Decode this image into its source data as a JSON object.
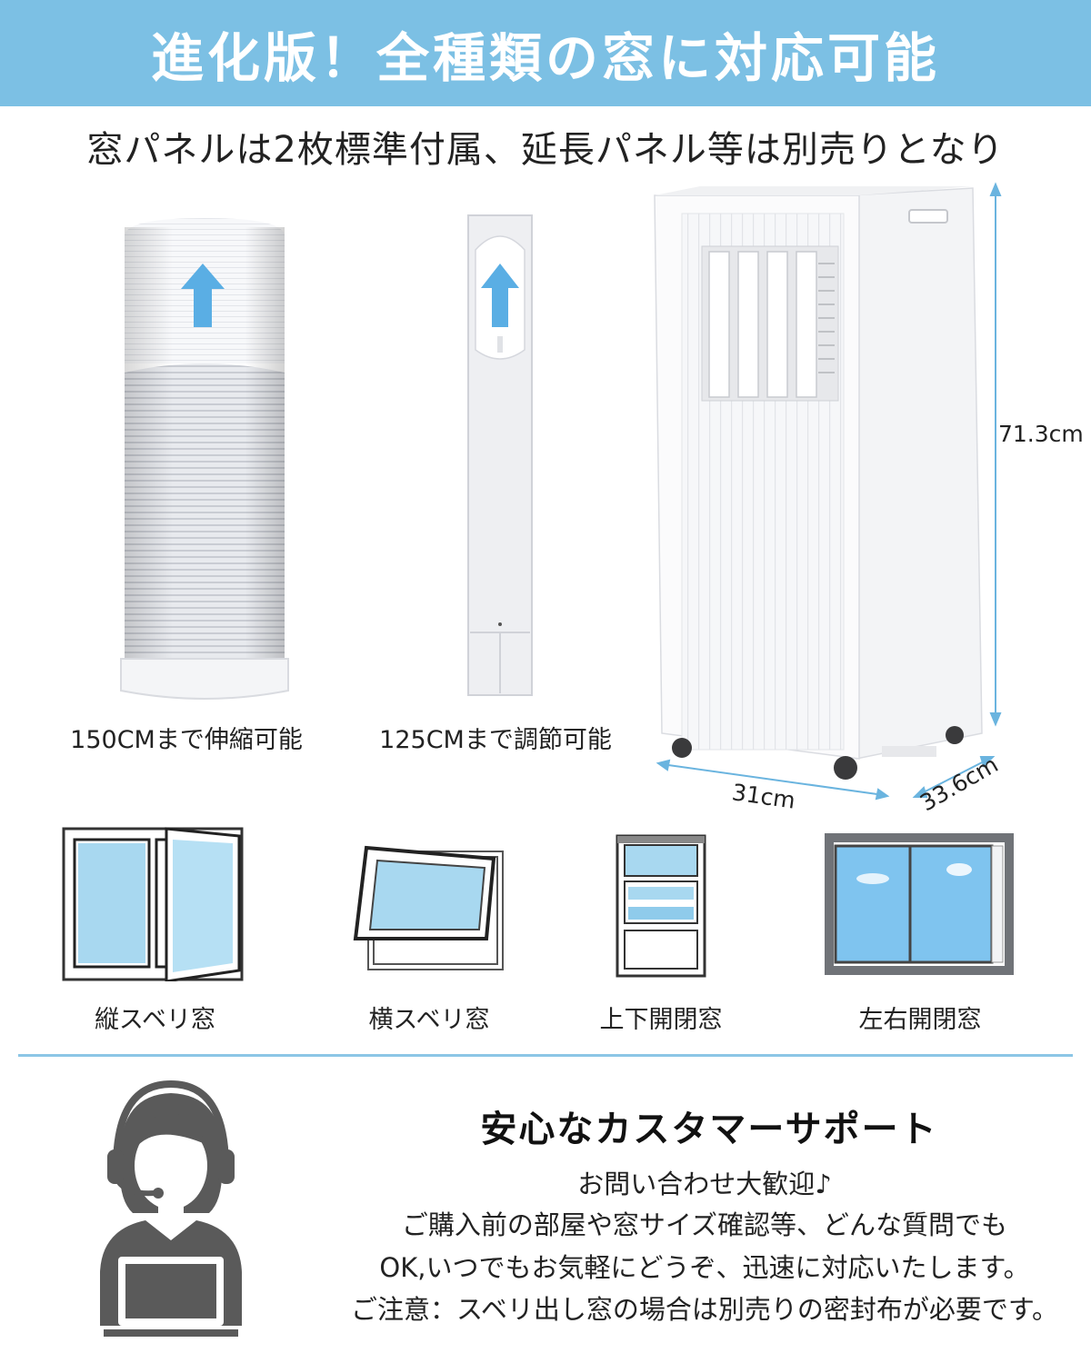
{
  "header": {
    "title": "進化版！全種類の窓に対応可能",
    "subtitle": "窓パネルは2枚標準付属、延長パネル等は別売りとなり"
  },
  "products": {
    "hose_label": "150CMまで伸縮可能",
    "panel_label": "125CMまで調節可能",
    "dimensions": {
      "height": "71.3cm",
      "width": "31cm",
      "depth": "33.6cm"
    }
  },
  "windows": [
    {
      "label": "縦スベリ窓",
      "icon": "casement-window-icon"
    },
    {
      "label": "横スベリ窓",
      "icon": "awning-window-icon"
    },
    {
      "label": "上下開閉窓",
      "icon": "sash-window-icon"
    },
    {
      "label": "左右開閉窓",
      "icon": "sliding-window-icon"
    }
  ],
  "support": {
    "title": "安心なカスタマーサポート",
    "lines": [
      "お問い合わせ大歓迎♪",
      "ご購入前の部屋や窓サイズ確認等、どんな質問でも",
      "OK,いつでもお気軽にどうぞ、迅速に対応いたします。",
      "ご注意：スベリ出し窓の場合は別売りの密封布が必要です。"
    ],
    "icon": "support-agent-icon"
  },
  "colors": {
    "accent": "#7cc0e4",
    "arrow": "#5aaee4",
    "dimension_line": "#6ab4df",
    "glass": "#a8d8f0",
    "agent": "#5a5a5a"
  }
}
